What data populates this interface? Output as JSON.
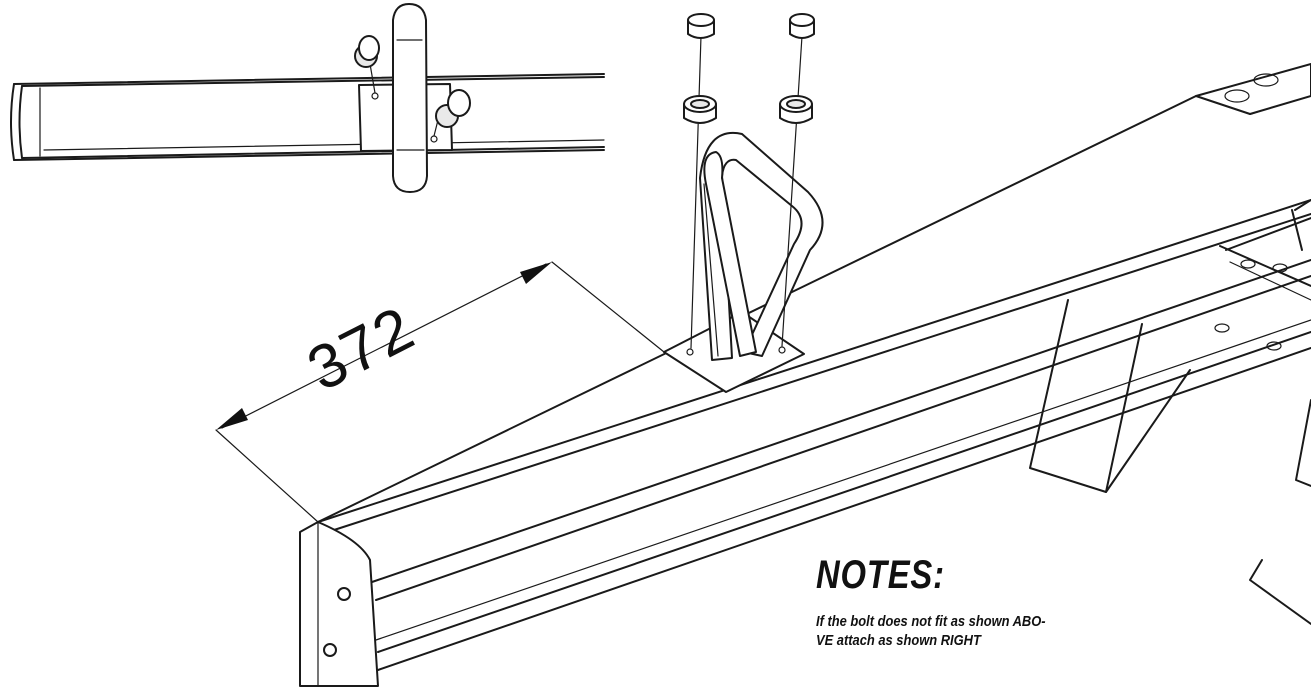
{
  "dimension": {
    "value": "372"
  },
  "notes": {
    "title": "NOTES:",
    "line1": "If the bolt does not fit as shown ABO-",
    "line2": "VE attach as shown RIGHT"
  }
}
